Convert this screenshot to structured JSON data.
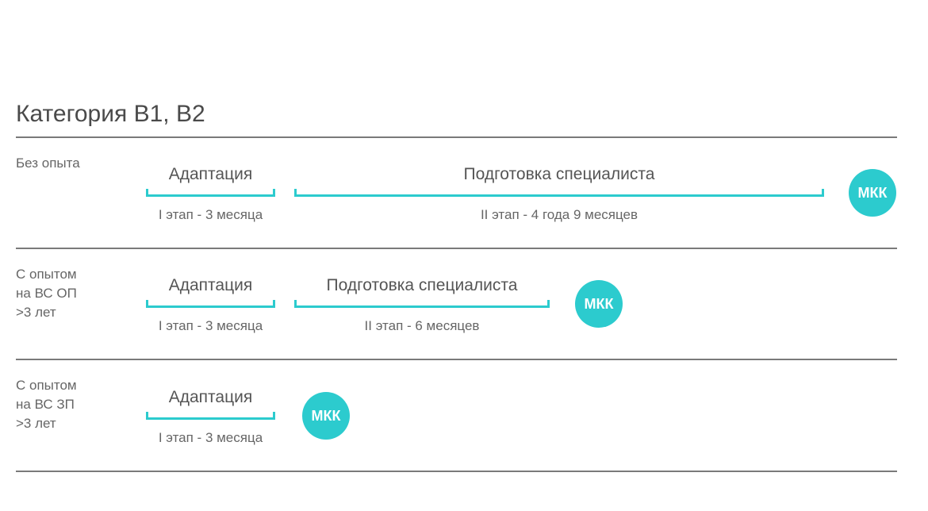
{
  "title": "Категория В1, В2",
  "badge": "МКК",
  "stage1": {
    "name": "Адаптация",
    "sub": "I этап - 3 месяца"
  },
  "rows": [
    {
      "label": "Без опыта",
      "stage2": {
        "name": "Подготовка специалиста",
        "sub": "II этап - 4 года 9 месяцев"
      }
    },
    {
      "label": "С опытом\nна ВС ОП\n>3 лет",
      "stage2": {
        "name": "Подготовка специалиста",
        "sub": "II этап - 6 месяцев"
      }
    },
    {
      "label": "С опытом\nна ВС ЗП\n>3 лет"
    }
  ],
  "colors": {
    "accent": "#2ccbce",
    "divider": "#7a7a7a",
    "text": "#555555"
  }
}
